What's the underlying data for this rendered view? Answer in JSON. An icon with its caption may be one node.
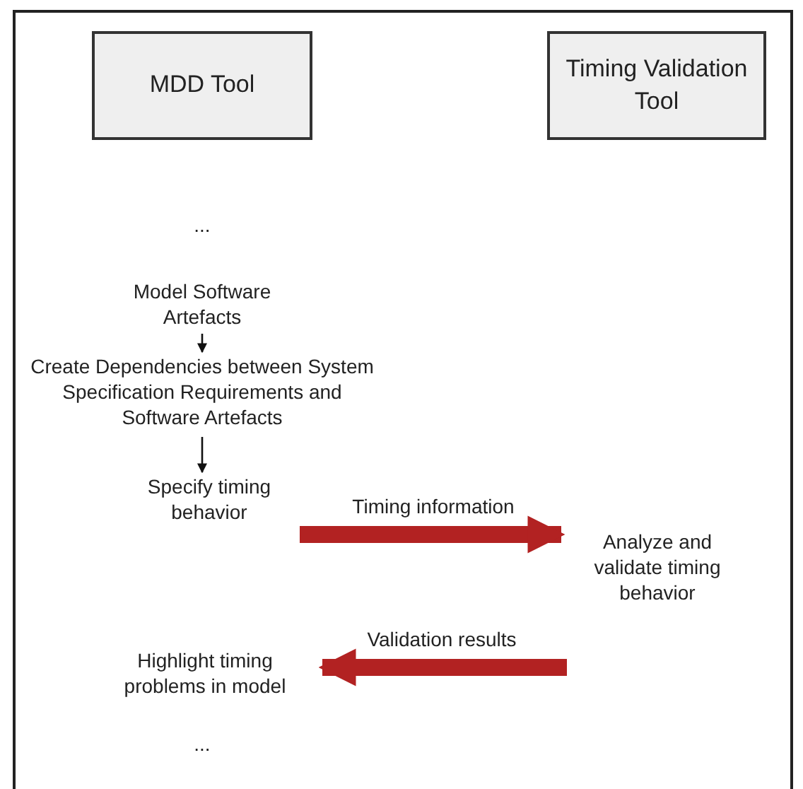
{
  "diagram": {
    "nodes": [
      {
        "text": [
          "MDD Tool"
        ]
      },
      {
        "text": [
          "Timing Validation Tool"
        ]
      },
      {
        "text": [
          "..."
        ]
      },
      {
        "text": [
          "Model Software Artefacts"
        ]
      },
      {
        "text": [
          "Create Dependencies between System Specification Requirements and Software Artefacts"
        ]
      },
      {
        "text": [
          "Specify timing behavior"
        ]
      },
      {
        "text": [
          "Analyze and validate timing behavior"
        ]
      },
      {
        "text": [
          "Highlight timing problems in model"
        ]
      },
      {
        "text": [
          "..."
        ]
      }
    ],
    "edges": [
      {
        "from": 3,
        "to": 4,
        "arrow": "to"
      },
      {
        "from": 4,
        "to": 5,
        "arrow": "to"
      },
      {
        "from": 5,
        "to": 6,
        "arrow": "to",
        "label": "Timing information",
        "style": "thick",
        "color": "#b22222"
      },
      {
        "from": 6,
        "to": 7,
        "arrow": "to",
        "label": "Validation results",
        "style": "thick",
        "color": "#b22222"
      }
    ]
  }
}
